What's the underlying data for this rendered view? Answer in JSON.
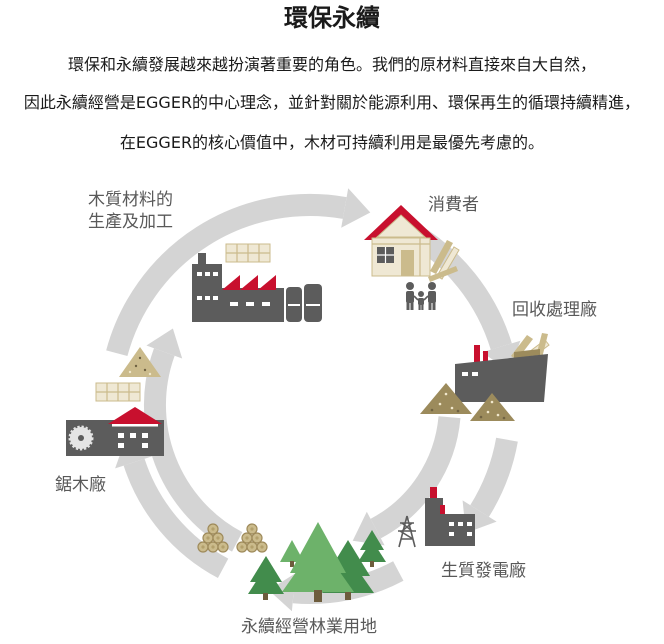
{
  "header": {
    "title": "環保永續"
  },
  "intro": {
    "lines": [
      "環保和永續發展越來越扮演著重要的角色。我們的原材料直接來自大自然，",
      "因此永續經營是EGGER的中心理念，並針對關於能源利用、環保再生的循環持續精進，",
      "在EGGER的核心價值中，木材可持續利用是最優先考慮的。"
    ]
  },
  "cycle": {
    "production": {
      "label_lines": [
        "木質材料的",
        "生產及加工"
      ],
      "icon": "factory-icon"
    },
    "consumer": {
      "label": "消費者",
      "icon": "house-icon"
    },
    "recycling": {
      "label": "回收處理廠",
      "icon": "recycling-plant-icon"
    },
    "biomass_plant": {
      "label": "生質發電廠",
      "icon": "power-plant-icon"
    },
    "forestry": {
      "label": "永續經營林業用地",
      "icon": "forest-icon"
    },
    "sawmill": {
      "label": "鋸木廠",
      "icon": "sawmill-icon"
    }
  },
  "colors": {
    "text": "#1a1a1a",
    "label": "#595959",
    "arrow": "#d4d4d4",
    "building": "#5c5c5c",
    "roof": "#c8102e",
    "wood": "#cbbb8c",
    "wood_light": "#efe8d4",
    "chips": "#9c8b5c",
    "tree_light": "#6db26a",
    "tree_dark": "#428c4c"
  }
}
